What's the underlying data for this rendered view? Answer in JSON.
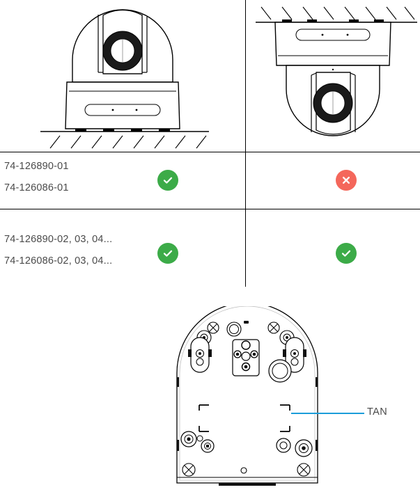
{
  "colors": {
    "ok_badge": "#3cab48",
    "error_badge": "#f4675b",
    "badge_glyph": "#ffffff",
    "text": "#4a4a4a",
    "rule": "#000000",
    "callout_line": "#1b9dd9",
    "outline": "#000000",
    "lens_ring": "#1a1a1a"
  },
  "matrix": {
    "illustrations": [
      {
        "name": "upright-desktop-mount",
        "orientation": "upright",
        "surface": "floor",
        "hatch_direction": "below"
      },
      {
        "name": "inverted-ceiling-mount",
        "orientation": "inverted",
        "surface": "ceiling",
        "hatch_direction": "above"
      }
    ],
    "rows": [
      {
        "part_numbers": [
          "74-126890-01",
          "74-126086-01"
        ],
        "upright_status": "supported",
        "upright_icon": "check-circle-icon",
        "inverted_status": "not-supported",
        "inverted_icon": "x-circle-icon"
      },
      {
        "part_numbers": [
          "74-126890-02, 03, 04...",
          "74-126086-02, 03, 04..."
        ],
        "upright_status": "supported",
        "upright_icon": "check-circle-icon",
        "inverted_status": "supported",
        "inverted_icon": "check-circle-icon"
      }
    ]
  },
  "base_diagram": {
    "name": "camera-base-underside",
    "callout": {
      "label": "TAN",
      "leader_line": "horizontal"
    }
  }
}
